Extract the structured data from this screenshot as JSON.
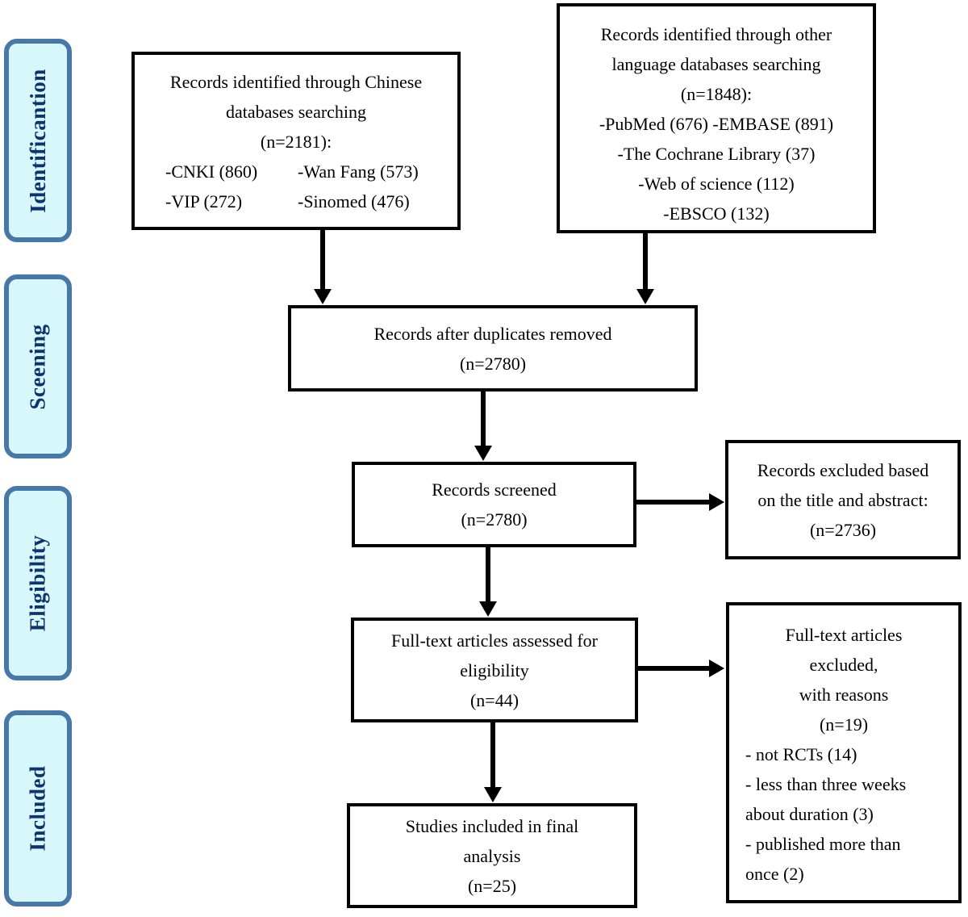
{
  "colors": {
    "stage_fill": "#d7f7fb",
    "stage_border": "#4878a8",
    "stage_text": "#0e3470",
    "box_border": "#000000",
    "arrow": "#000000"
  },
  "sidebar": {
    "stages": [
      {
        "label": "Identificantion"
      },
      {
        "label": "Sceening"
      },
      {
        "label": "Eligibility"
      },
      {
        "label": "Included"
      }
    ]
  },
  "boxes": {
    "chinese": {
      "lines": [
        "Records identified through Chinese",
        "databases searching",
        "(n=2181):"
      ],
      "items": [
        [
          "-CNKI (860)",
          "-Wan Fang (573)"
        ],
        [
          "-VIP (272)",
          "-Sinomed (476)"
        ]
      ]
    },
    "other": {
      "lines": [
        "Records identified through other",
        "language databases searching",
        "(n=1848):",
        "-PubMed (676) -EMBASE (891)",
        "-The Cochrane Library (37)",
        "-Web of science (112)",
        "-EBSCO (132)"
      ]
    },
    "duplicates": {
      "lines": [
        "Records after duplicates removed",
        "(n=2780)"
      ]
    },
    "screened": {
      "lines": [
        "Records screened",
        "(n=2780)"
      ]
    },
    "excluded_title_abstract": {
      "lines": [
        "Records excluded based",
        "on the title and abstract:",
        "(n=2736)"
      ]
    },
    "fulltext_assessed": {
      "lines": [
        "Full-text articles assessed for",
        "eligibility",
        "(n=44)"
      ]
    },
    "fulltext_excluded": {
      "lines": [
        "Full-text articles",
        "excluded,",
        "with reasons",
        "(n=19)"
      ],
      "reasons": [
        "- not RCTs (14)",
        "- less than three weeks",
        "about duration (3)",
        "- published more than",
        "once (2)"
      ]
    },
    "included_final": {
      "lines": [
        "Studies included in final",
        "analysis",
        "(n=25)"
      ]
    }
  }
}
